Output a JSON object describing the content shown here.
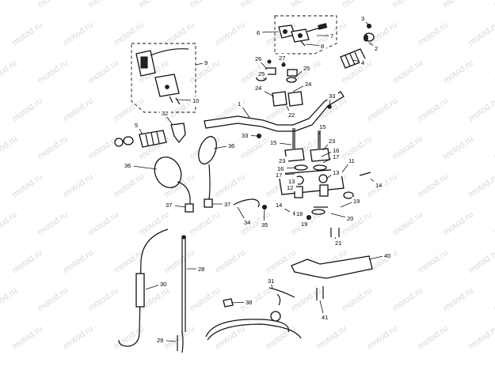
{
  "watermark": "motod.ru",
  "callouts": [
    "1",
    "2",
    "3",
    "4",
    "5",
    "6",
    "7",
    "8",
    "9",
    "10",
    "11",
    "12",
    "13",
    "14",
    "15",
    "16",
    "17",
    "18",
    "19",
    "20",
    "21",
    "22",
    "23",
    "24",
    "25",
    "26",
    "27",
    "28",
    "29",
    "30",
    "31",
    "32",
    "33",
    "34",
    "35",
    "36",
    "37",
    "38",
    "40",
    "41"
  ]
}
